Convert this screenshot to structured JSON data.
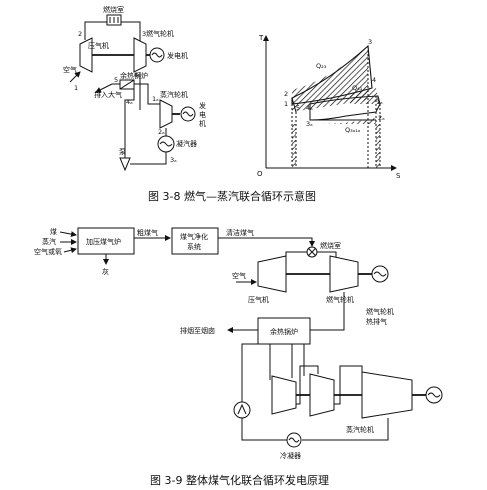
{
  "fig38": {
    "caption": "图 3-8   燃气—蒸汽联合循环示意图",
    "schematic": {
      "combustor": "燃烧室",
      "compressor": "压气机",
      "gas_turbine": "燃气轮机",
      "generator1": "发电机",
      "air": "空气",
      "exhaust": "排入大气",
      "hrsg": "余热锅炉",
      "steam_turbine": "蒸汽轮机",
      "generator2_a": "发",
      "generator2_b": "电",
      "generator2_c": "机",
      "condenser": "凝汽器",
      "pump": "泵",
      "n1": "1",
      "n2": "2",
      "n3": "3",
      "n4": "4",
      "n5": "5",
      "n1a": "1ₐ",
      "n2a": "2ₐ",
      "n3a": "3ₐ",
      "n4a": "4ₐ"
    },
    "ts_chart": {
      "y_axis": "T",
      "x_axis": "S",
      "origin": "O",
      "q23": "Q₂₃",
      "q41": "Q₄₁",
      "q3a1a": "Q₃ₐ₁ₐ",
      "p1": "1",
      "p2": "2",
      "p3": "3",
      "p4": "4",
      "p5": "5",
      "p1a": "1ₐ",
      "p2a": "2ₐ",
      "p3a": "3ₐ",
      "p4a": "4ₐ"
    }
  },
  "fig39": {
    "caption": "图 3-9   整体煤气化联合循环发电原理",
    "inputs": [
      "煤",
      "蒸汽",
      "空气或氧"
    ],
    "gasifier": "加压煤气炉",
    "ash": "灰",
    "raw_gas": "粗煤气",
    "cleanup_a": "煤气净化",
    "cleanup_b": "系统",
    "clean_gas": "清洁煤气",
    "combustor": "燃烧室",
    "air": "空气",
    "compressor": "压气机",
    "gas_turbine": "燃气轮机",
    "exhaust_a": "燃气轮机",
    "exhaust_b": "热排气",
    "hrsg": "余热锅炉",
    "stack": "排烟至烟囱",
    "steam_turbine": "蒸汽轮机",
    "condenser": "冷凝器"
  }
}
